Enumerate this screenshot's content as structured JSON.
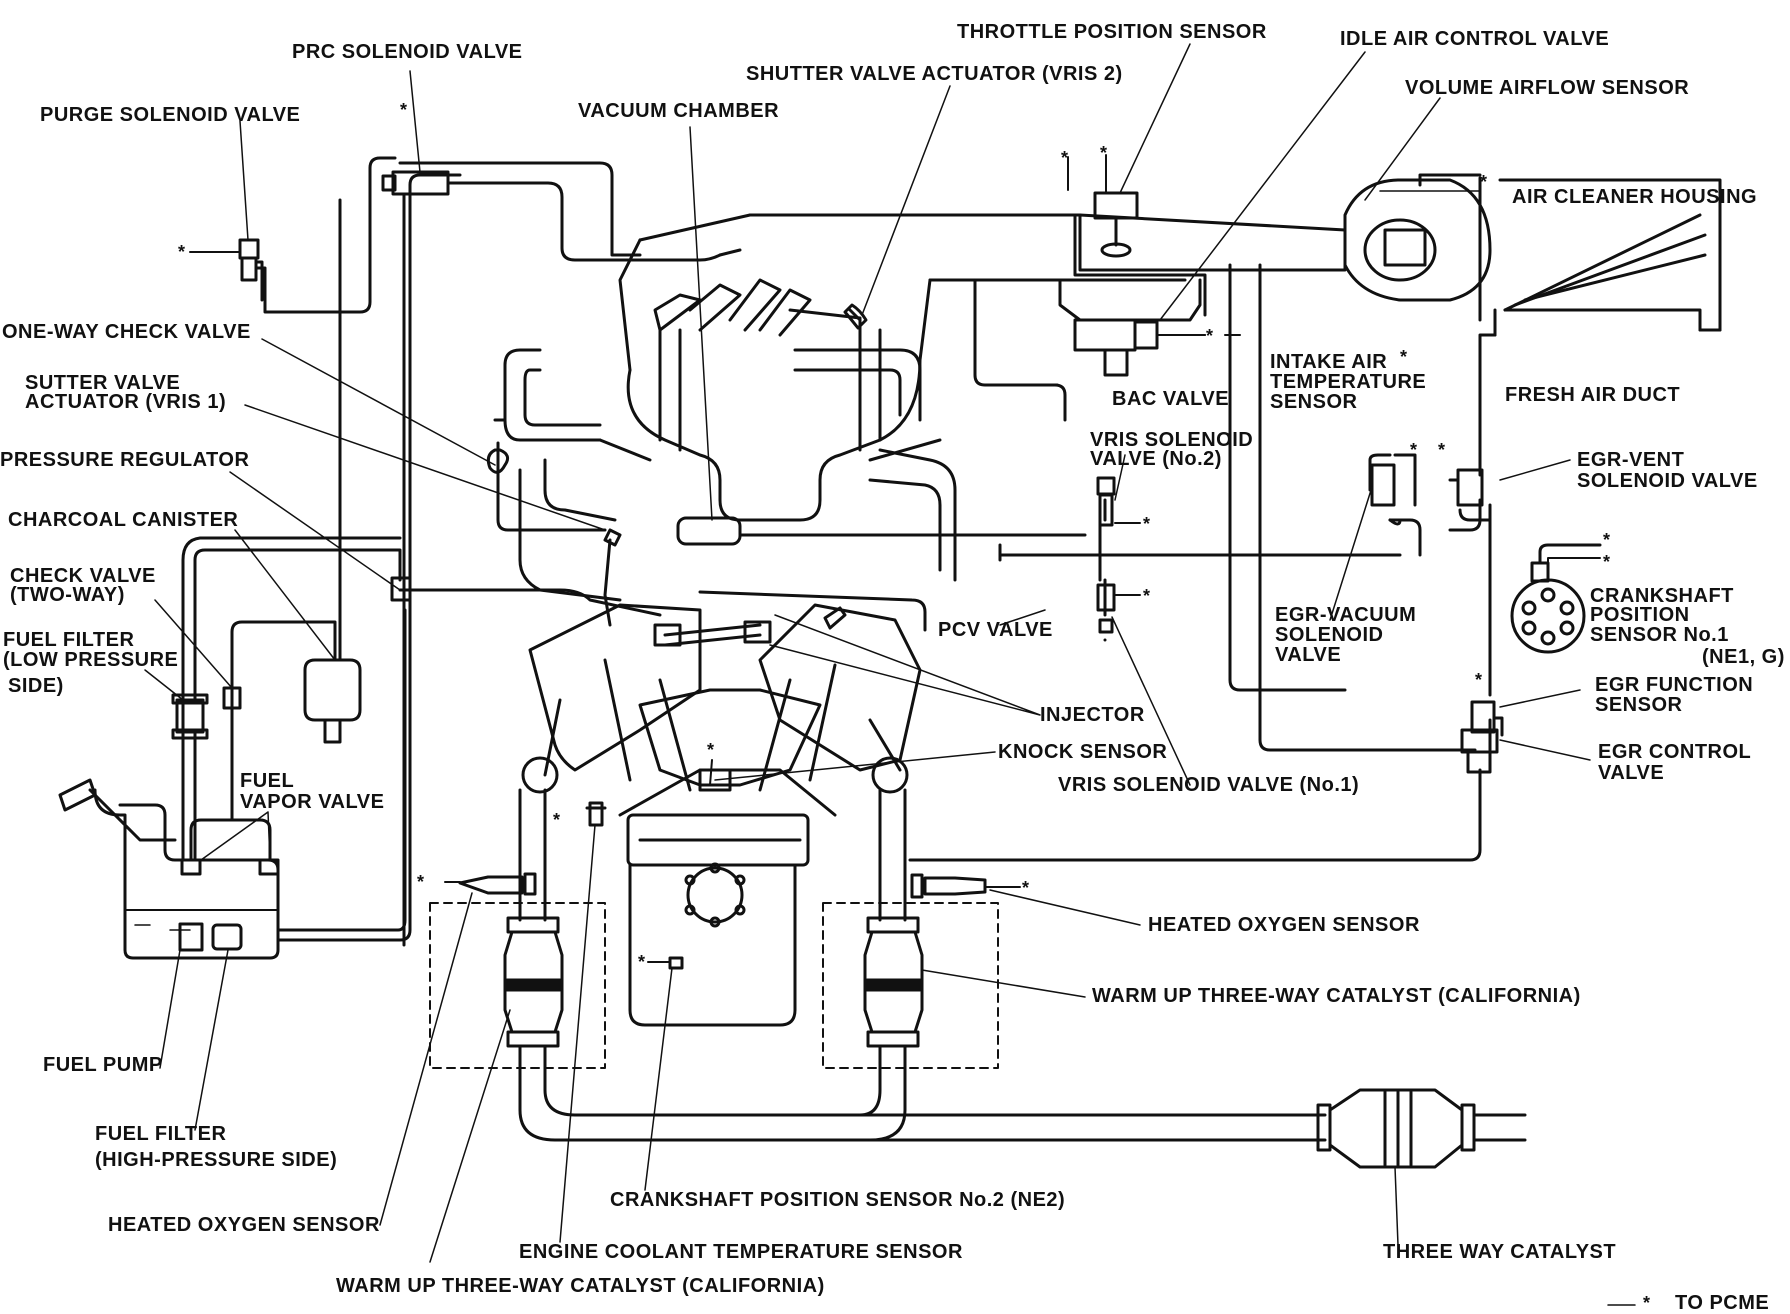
{
  "labels": {
    "throttle_position_sensor": "THROTTLE POSITION SENSOR",
    "idle_air_control_valve": "IDLE AIR CONTROL VALVE",
    "prc_solenoid_valve": "PRC SOLENOID VALVE",
    "shutter_valve_actuator_vris2": "SHUTTER VALVE ACTUATOR (VRIS 2)",
    "volume_airflow_sensor": "VOLUME AIRFLOW SENSOR",
    "purge_solenoid_valve": "PURGE SOLENOID VALVE",
    "vacuum_chamber": "VACUUM CHAMBER",
    "air_cleaner_housing": "AIR CLEANER HOUSING",
    "one_way_check_valve": "ONE-WAY CHECK VALVE",
    "sutter_valve_actuator_l1": "SUTTER VALVE",
    "sutter_valve_actuator_l2": "ACTUATOR (VRIS 1)",
    "intake_air_temp_l1": "INTAKE AIR",
    "intake_air_temp_l2": "TEMPERATURE",
    "intake_air_temp_l3": "SENSOR",
    "bac_valve": "BAC VALVE",
    "fresh_air_duct": "FRESH AIR DUCT",
    "pressure_regulator": "PRESSURE REGULATOR",
    "vris_solenoid_no2_l1": "VRIS SOLENOID",
    "vris_solenoid_no2_l2": "VALVE (No.2)",
    "egr_vent_l1": "EGR-VENT",
    "egr_vent_l2": "SOLENOID VALVE",
    "charcoal_canister": "CHARCOAL CANISTER",
    "check_valve_l1": "CHECK VALVE",
    "check_valve_l2": "(TWO-WAY)",
    "fuel_filter_low_l1": "FUEL FILTER",
    "fuel_filter_low_l2": "(LOW PRESSURE",
    "fuel_filter_low_l3": "SIDE)",
    "egr_vacuum_l1": "EGR-VACUUM",
    "egr_vacuum_l2": "SOLENOID",
    "egr_vacuum_l3": "VALVE",
    "crankshaft_no1_l1": "CRANKSHAFT",
    "crankshaft_no1_l2": "POSITION",
    "crankshaft_no1_l3": "SENSOR No.1",
    "crankshaft_no1_l4": "(NE1, G)",
    "pcv_valve": "PCV VALVE",
    "egr_function_l1": "EGR FUNCTION",
    "egr_function_l2": "SENSOR",
    "injector": "INJECTOR",
    "knock_sensor": "KNOCK SENSOR",
    "egr_control_l1": "EGR CONTROL",
    "egr_control_l2": "VALVE",
    "fuel_vapor_l1": "FUEL",
    "fuel_vapor_l2": "VAPOR VALVE",
    "vris_solenoid_no1": "VRIS SOLENOID VALVE (No.1)",
    "heated_oxygen_right": "HEATED OXYGEN SENSOR",
    "warm_up_right": "WARM UP THREE-WAY CATALYST (CALIFORNIA)",
    "fuel_pump": "FUEL PUMP",
    "fuel_filter_high_l1": "FUEL FILTER",
    "fuel_filter_high_l2": "(HIGH-PRESSURE SIDE)",
    "crankshaft_no2": "CRANKSHAFT POSITION SENSOR No.2 (NE2)",
    "heated_oxygen_left": "HEATED OXYGEN SENSOR",
    "engine_coolant_temp": "ENGINE COOLANT TEMPERATURE SENSOR",
    "three_way_catalyst": "THREE WAY CATALYST",
    "warm_up_left": "WARM UP THREE-WAY CATALYST (CALIFORNIA)",
    "to_pcme": "TO PCME"
  },
  "legend_symbol": "*"
}
